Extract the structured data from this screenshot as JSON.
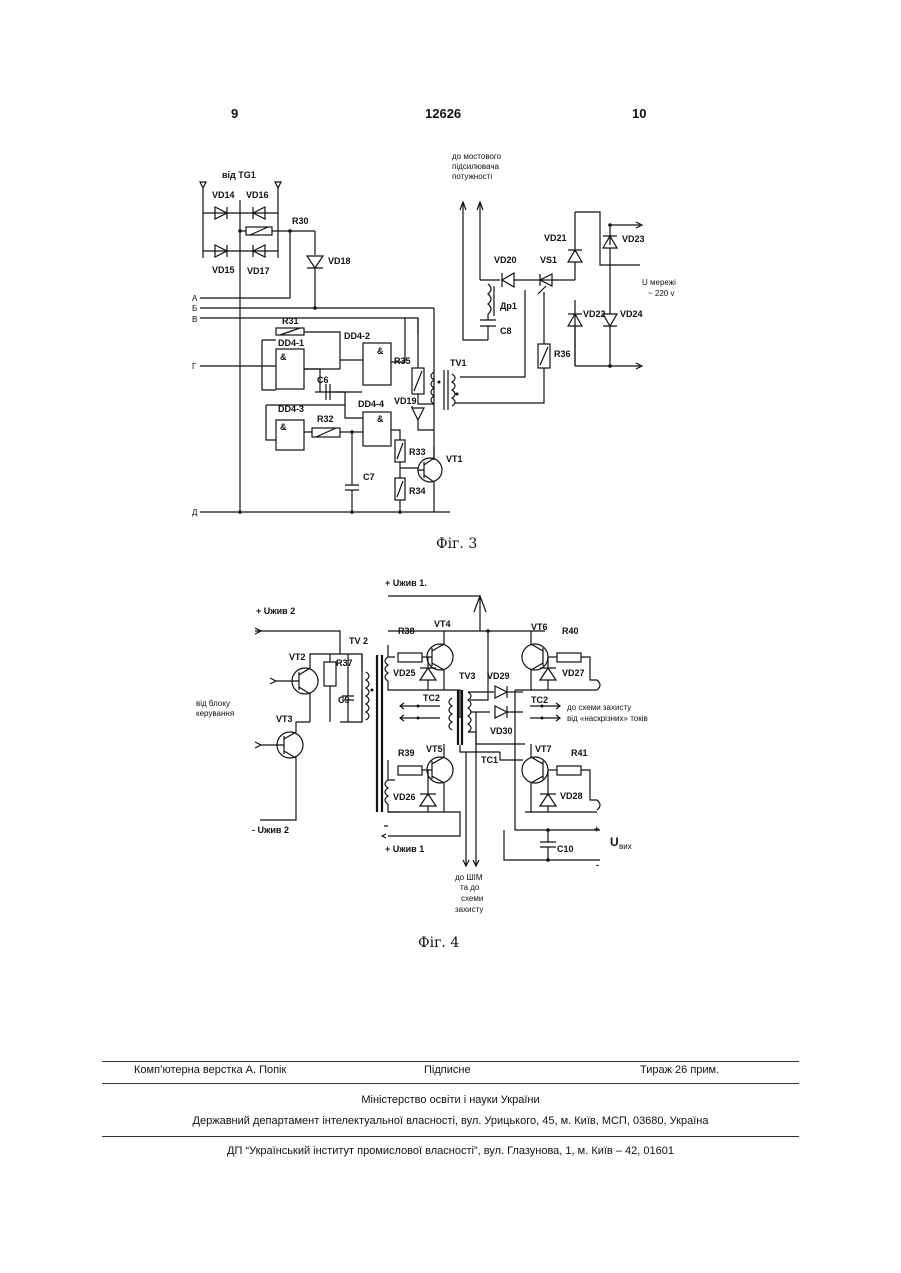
{
  "header": {
    "page_left": "9",
    "patent_number": "12626",
    "page_right": "10"
  },
  "fig3": {
    "caption": "Фіг. 3",
    "labels": {
      "from_tg1": "від TG1",
      "to_bridge_1": "до мостового",
      "to_bridge_2": "підсилювача",
      "to_bridge_3": "потужності",
      "vd14": "VD14",
      "vd16": "VD16",
      "vd15": "VD15",
      "vd17": "VD17",
      "r30": "R30",
      "vd18": "VD18",
      "vd20": "VD20",
      "vs1": "VS1",
      "vd21": "VD21",
      "vd22": "VD22",
      "vd23": "VD23",
      "vd24": "VD24",
      "dr1": "Др1",
      "c8": "C8",
      "r36": "R36",
      "mains_1": "U мережі",
      "mains_2": "~ 220 v",
      "in_a": "А",
      "in_b": "Б",
      "in_v": "В",
      "in_g": "Г",
      "in_d": "Д",
      "r31": "R31",
      "dd41": "DD4-1",
      "dd42": "DD4-2",
      "dd43": "DD4-3",
      "dd44": "DD4-4",
      "amp": "&",
      "c6": "C6",
      "r32": "R32",
      "c7": "C7",
      "r35": "R35",
      "vd19": "VD19",
      "tv1": "TV1",
      "r33": "R33",
      "r34": "R34",
      "vt1": "VT1"
    }
  },
  "fig4": {
    "caption": "Фіг. 4",
    "labels": {
      "usup1_top": "+ Uжив 1.",
      "usup2_top": "+ Uжив 2",
      "usup2_bot": "- Uжив 2",
      "usup1_bot": "+ Uжив 1",
      "tv2": "TV 2",
      "vt2": "VT2",
      "vt3": "VT3",
      "r37": "R37",
      "c9": "C9",
      "from_ctrl_1": "від блоку",
      "from_ctrl_2": "керування",
      "r38": "R38",
      "vt4": "VT4",
      "vd25": "VD25",
      "tc2_left": "TC2",
      "r39": "R39",
      "vt5": "VT5",
      "vd26": "VD26",
      "tv3": "TV3",
      "vd29": "VD29",
      "vd30": "VD30",
      "tc1": "TC1",
      "vt6": "VT6",
      "r40": "R40",
      "vd27": "VD27",
      "tc2_right": "TC2",
      "vt7": "VT7",
      "r41": "R41",
      "vd28": "VD28",
      "c10": "C10",
      "protect_1": "до схеми захисту",
      "protect_2": "від «наскрізних» токів",
      "uout": "U",
      "uout_sub": "вих",
      "plus": "+",
      "minus": "-",
      "to_pwm_1": "до ШІМ",
      "to_pwm_2": "та до",
      "to_pwm_3": "схеми",
      "to_pwm_4": "захисту"
    }
  },
  "footer": {
    "layout": "Комп’ютерна верстка А. Попік",
    "signed": "Підписне",
    "circulation": "Тираж 26 прим.",
    "ministry": "Міністерство освіти і науки України",
    "department": "Державний департамент інтелектуальної власності, вул. Урицького, 45, м. Київ, МСП, 03680, Україна",
    "institute": "ДП “Український інститут промислової власності”, вул. Глазунова, 1, м. Київ – 42, 01601"
  }
}
